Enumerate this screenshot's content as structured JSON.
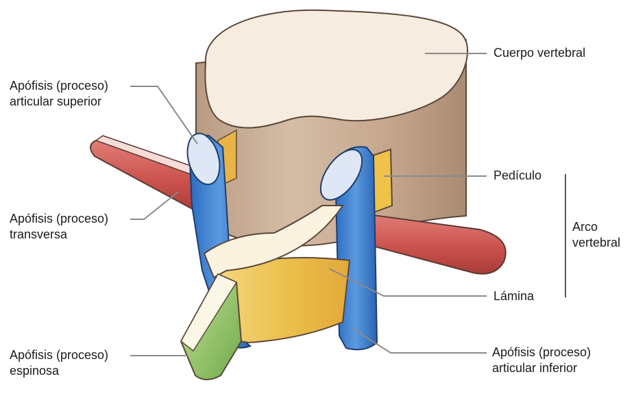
{
  "labels": {
    "cuerpo_vertebral": "Cuerpo vertebral",
    "articular_superior": [
      "Apófisis (proceso)",
      "articular superior"
    ],
    "transversa": [
      "Apófisis (proceso)",
      "transversa"
    ],
    "pediculo": "Pedículo",
    "arco_vertebral": [
      "Arco",
      "vertebral"
    ],
    "lamina": "Lámina",
    "espinosa": [
      "Apófisis (proceso)",
      "espinosa"
    ],
    "articular_inferior": [
      "Apófisis (proceso)",
      "articular inferior"
    ]
  },
  "colors": {
    "body_side": "#cdb29a",
    "body_top": "#f5ebdd",
    "outline": "#4a3a30",
    "articular": "#3d7fd0",
    "articular_face": "#dce6f4",
    "transverse": "#d25a55",
    "lamina": "#efc24a",
    "lamina_cream": "#faf3df",
    "spinous": "#8fc46a",
    "leader_line": "#8a8a8a"
  }
}
